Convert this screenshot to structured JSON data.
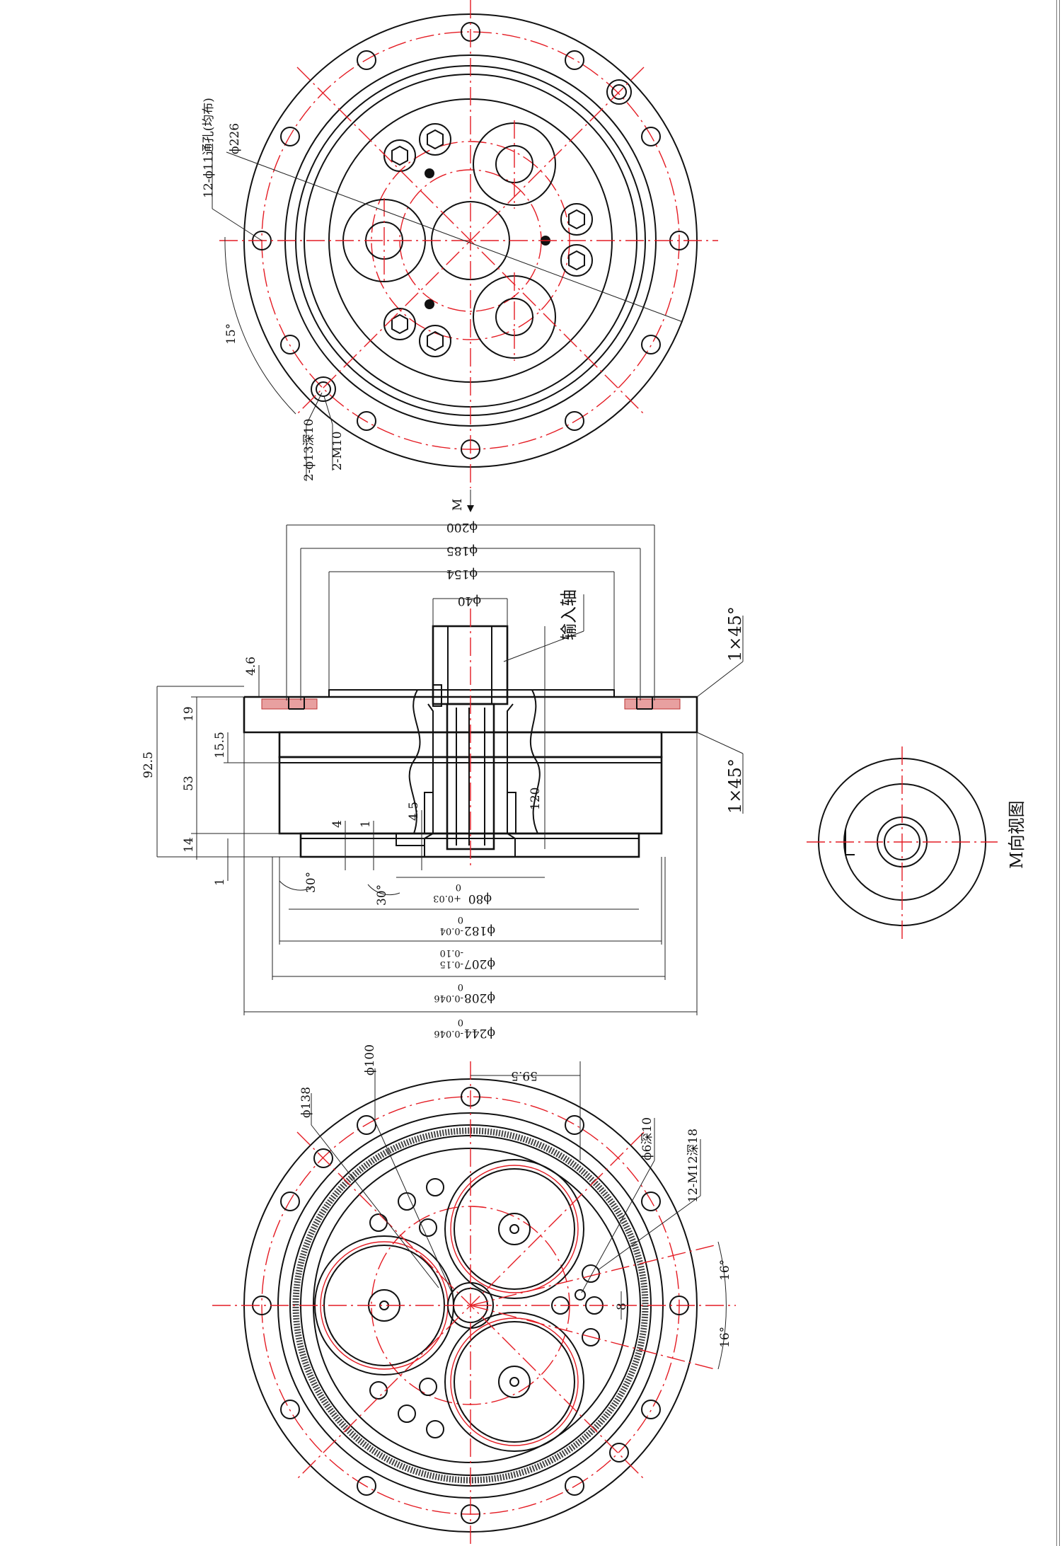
{
  "drawing": {
    "colors": {
      "outline": "#111111",
      "centerline": "#e41b23",
      "hatch": "#e8a0a0",
      "background": "#ffffff"
    },
    "top_view": {
      "holes_note": "12-ϕ11通孔(均布)",
      "pcd": "ϕ226",
      "angle": "15°",
      "tapped_note_1": "2-ϕ13深10",
      "tapped_note_2": "2-M10",
      "view_arrow": "M"
    },
    "section_view": {
      "dia_200": "ϕ200",
      "dia_185": "ϕ185",
      "dia_154": "ϕ154",
      "dia_40": "ϕ40",
      "input_shaft": "输入轴",
      "chamfer_top": "1×45°",
      "chamfer_bottom": "1×45°",
      "h_4_6": "4.6",
      "h_19": "19",
      "h_15_5": "15.5",
      "h_53": "53",
      "h_92_5": "92.5",
      "h_14": "14",
      "h_1": "1",
      "h_4": "4",
      "h_1b": "1",
      "h_4_5": "4.5",
      "h_120": "120",
      "angle_30a": "30°",
      "angle_30b": "30°",
      "dia_80": "ϕ80",
      "tol_80_up": "0",
      "tol_80_lo": "+0.03",
      "dia_182": "ϕ182",
      "tol_182_up": "0",
      "tol_182_lo": "-0.04",
      "dia_207": "ϕ207",
      "tol_207_up": "-0.10",
      "tol_207_lo": "-0.15",
      "dia_208": "ϕ208",
      "tol_208_up": "0",
      "tol_208_lo": "-0.046",
      "dia_244": "ϕ244",
      "tol_244_up": "0",
      "tol_244_lo": "-0.046"
    },
    "m_view": {
      "caption": "M向视图"
    },
    "bottom_view": {
      "dia_138": "ϕ138",
      "dia_100": "ϕ100",
      "dim_59_5": "59.5",
      "pin_note": "ϕ6深10",
      "tapped_note": "12-M12深18",
      "angle_16a": "16°",
      "angle_16b": "16°",
      "dim_8": "8"
    }
  }
}
